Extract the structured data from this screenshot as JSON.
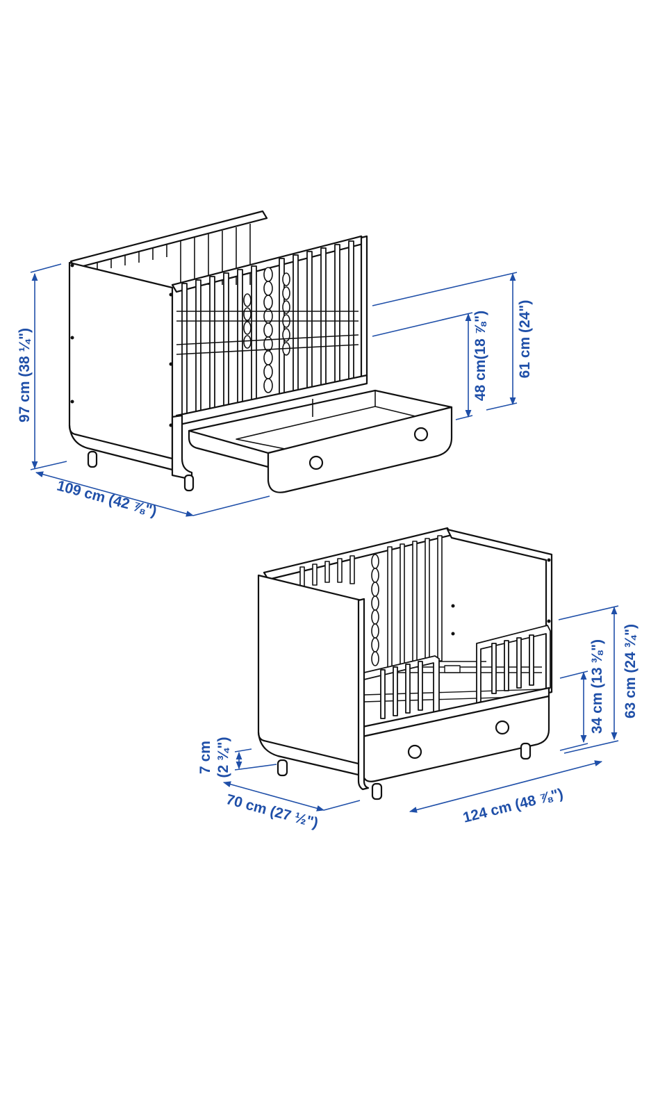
{
  "colors": {
    "background": "#ffffff",
    "line": "#111111",
    "dimension": "#1f4fa8"
  },
  "crib": {
    "height_label": "97 cm (38 ¼\")",
    "width_label": "109 cm (42 ⅞\")",
    "side_height_label": "61 cm (24\")",
    "mattress_label": "48 cm(18 ⅞\")"
  },
  "toddler_bed": {
    "leg_label_cm": "7 cm",
    "leg_label_in": "(2 ¾\")",
    "depth_label": "70 cm (27 ½\")",
    "length_label": "124 cm (48 ⅞\")",
    "rail_label": "34 cm (13 ⅜\")",
    "height_label": "63 cm (24 ¾\")"
  }
}
